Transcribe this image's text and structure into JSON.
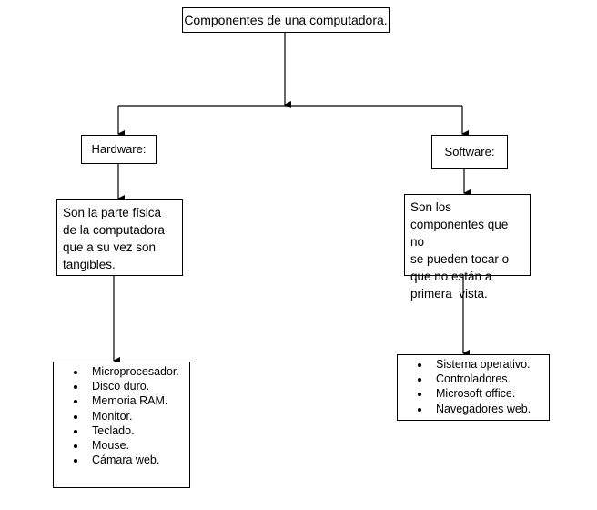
{
  "root": {
    "label": "Componentes de una computadora."
  },
  "hardware": {
    "label": "Hardware:",
    "description_lines": [
      "Son la parte física",
      "de la computadora",
      "que a su vez son",
      "tangibles."
    ],
    "items": [
      "Microprocesador.",
      "Disco duro.",
      "Memoria RAM.",
      "Monitor.",
      "Teclado.",
      "Mouse.",
      "Cámara web."
    ]
  },
  "software": {
    "label": "Software:",
    "description_lines": [
      "Son los",
      "componentes que no",
      "se pueden tocar o",
      "que no están a",
      "primera  vista."
    ],
    "items": [
      "Sistema operativo.",
      "Controladores.",
      "Microsoft office.",
      "Navegadores web."
    ]
  }
}
